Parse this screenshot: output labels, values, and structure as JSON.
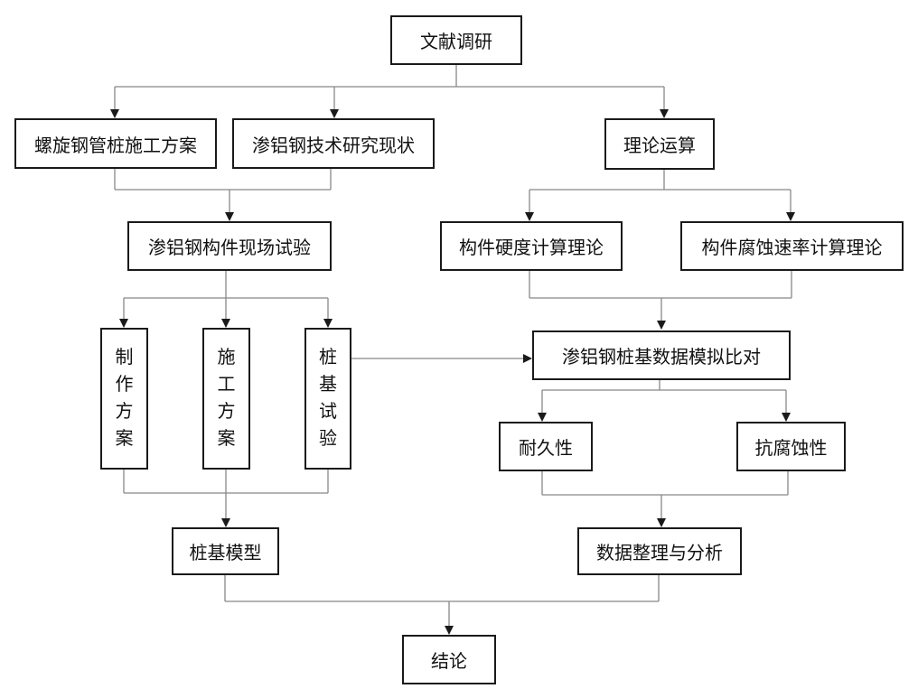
{
  "nodes": {
    "literature": "文献调研",
    "spiral_pile_plan": "螺旋钢管桩施工方案",
    "alu_steel_status": "渗铝钢技术研究现状",
    "theory_calc": "理论运算",
    "field_test": "渗铝钢构件现场试验",
    "hardness_theory": "构件硬度计算理论",
    "corrosion_rate_theory": "构件腐蚀速率计算理论",
    "fabrication_plan": [
      "制",
      "作",
      "方",
      "案"
    ],
    "construction_plan": [
      "施",
      "工",
      "方",
      "案"
    ],
    "pile_test": [
      "桩",
      "基",
      "试",
      "验"
    ],
    "pile_data_compare": "渗铝钢桩基数据模拟比对",
    "durability": "耐久性",
    "corrosion_resistance": "抗腐蚀性",
    "pile_model": "桩基模型",
    "data_analysis": "数据整理与分析",
    "conclusion": "结论"
  }
}
